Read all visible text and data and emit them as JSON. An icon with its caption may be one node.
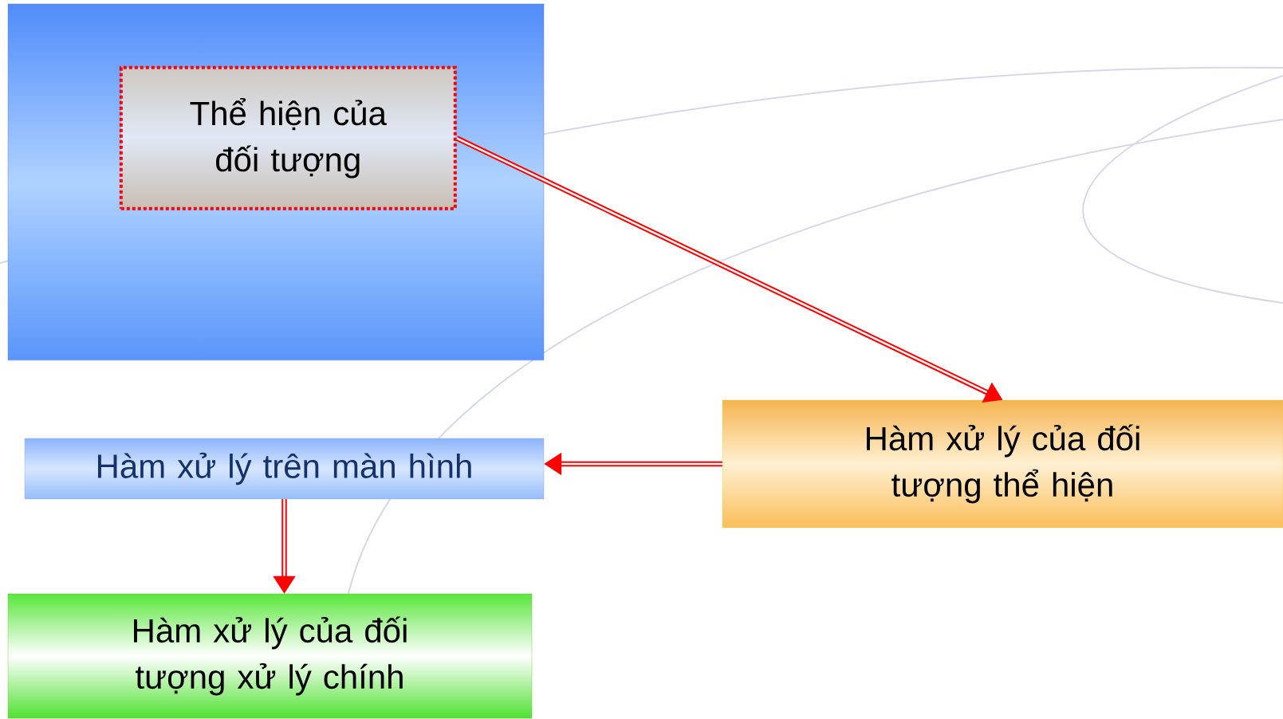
{
  "diagram": {
    "nodes": [
      {
        "text": [],
        "shape": "box"
      },
      {
        "text": [
          "Thể hiện của đối tượng"
        ],
        "in": 0
      },
      {
        "text": [
          "Hàm xử lý trên màn hình"
        ]
      },
      {
        "text": [
          "Hàm xử lý của đối tượng thể hiện"
        ]
      },
      {
        "text": [
          "Hàm xử lý của đối tượng xử lý chính"
        ]
      }
    ],
    "edges": [
      {
        "from": 1,
        "to": 3,
        "arrow": "to"
      },
      {
        "from": 3,
        "to": 2,
        "arrow": "to"
      },
      {
        "from": 2,
        "to": 4,
        "arrow": "to"
      }
    ]
  }
}
